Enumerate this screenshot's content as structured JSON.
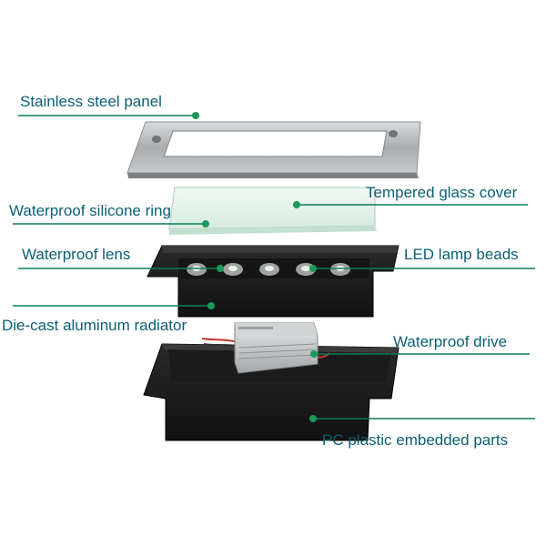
{
  "labels": {
    "stainless_steel_panel": "Stainless steel panel",
    "tempered_glass_cover": "Tempered glass cover",
    "waterproof_silicone_ring": "Waterproof silicone ring",
    "waterproof_lens": "Waterproof lens",
    "led_lamp_beads": "LED lamp beads",
    "die_cast_aluminum_radiator": "Die-cast aluminum radiator",
    "waterproof_drive": "Waterproof drive",
    "pc_plastic_embedded_parts": "PC plastic embedded parts"
  },
  "colors": {
    "label_text": "#0b5f73",
    "leader_line": "#0f7a5c",
    "leader_dot": "#1a9a5a",
    "background": "#ffffff"
  }
}
